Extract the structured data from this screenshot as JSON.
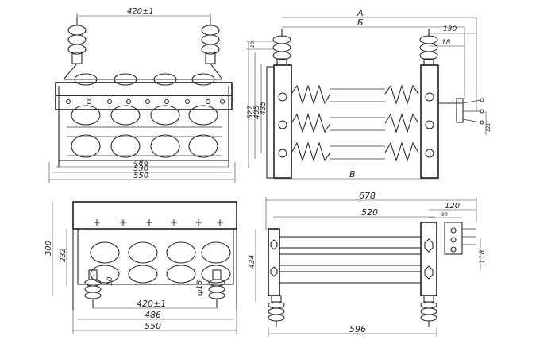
{
  "labels": {
    "tl_top": "420±1",
    "tl_486": "486",
    "tl_530": "530",
    "tl_550": "550",
    "tr_A": "A",
    "tr_B": "Б",
    "tr_V": "В",
    "tr_130": "130",
    "tr_18": "18",
    "tr_10": "10",
    "tr_527": "527",
    "tr_485": "485",
    "tr_435": "435",
    "tr_121": "121",
    "bl_300": "300",
    "bl_232": "232",
    "bl_10": "10",
    "bl_phi18": "ф18",
    "bl_420": "420±1",
    "bl_486": "486",
    "bl_550": "550",
    "br_678": "678",
    "br_520": "520",
    "br_120": "120",
    "br_90": "90",
    "br_434": "434",
    "br_118": "118",
    "br_596": "596"
  }
}
